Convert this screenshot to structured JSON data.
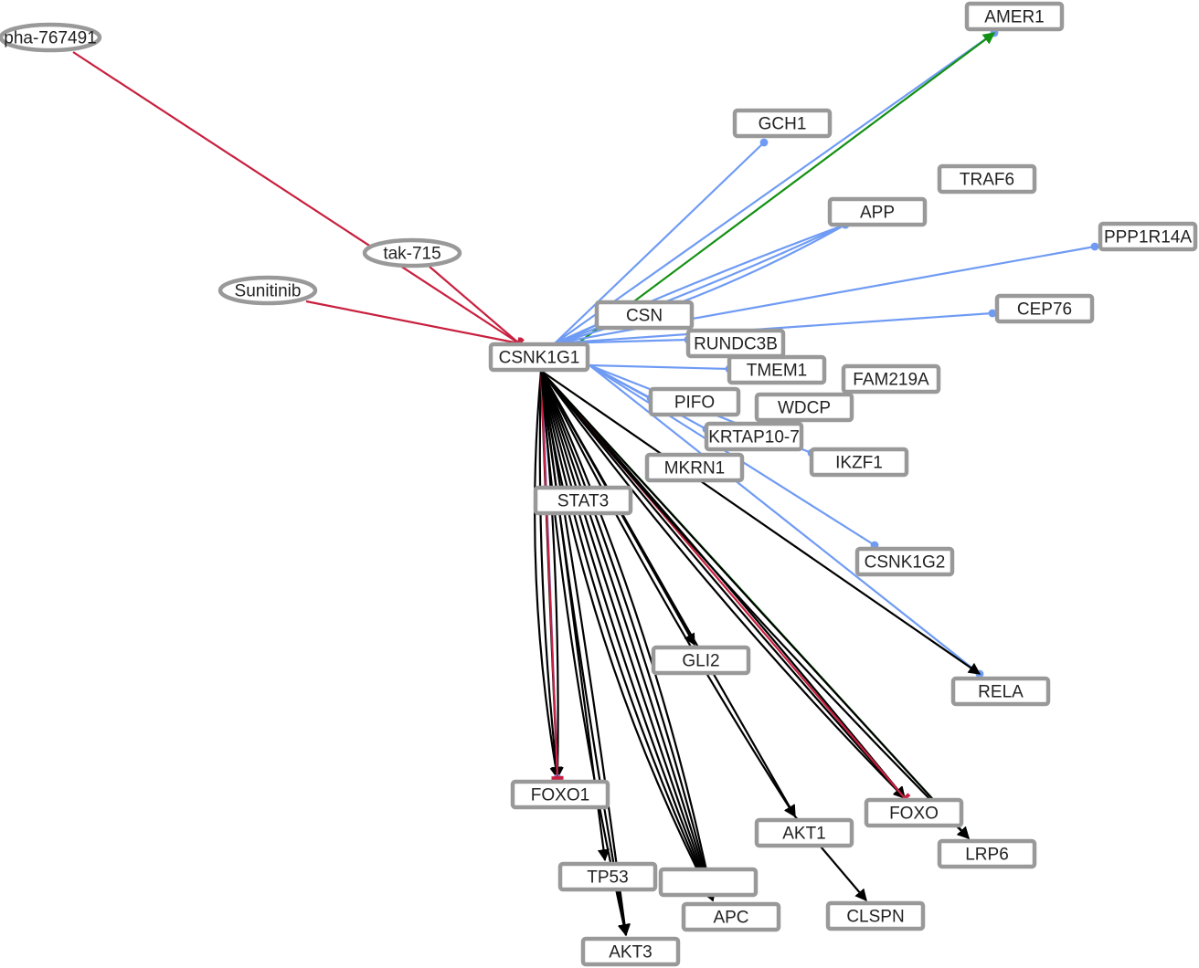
{
  "colors": {
    "activation": "#000000",
    "binding": "#6f9bf4",
    "inhibition": "#c8203f",
    "green": "#129012",
    "node_border": "#999999"
  },
  "nodes": [
    {
      "id": "pha",
      "label": "pha-767491",
      "shape": "ellipse"
    },
    {
      "id": "tak",
      "label": "tak-715",
      "shape": "ellipse"
    },
    {
      "id": "suni",
      "label": "Sunitinib",
      "shape": "ellipse"
    },
    {
      "id": "amer1",
      "label": "AMER1",
      "shape": "rect"
    },
    {
      "id": "gch1",
      "label": "GCH1",
      "shape": "rect"
    },
    {
      "id": "app",
      "label": "APP",
      "shape": "rect"
    },
    {
      "id": "traf6",
      "label": "TRAF6",
      "shape": "rect"
    },
    {
      "id": "ppp1r14a",
      "label": "PPP1R14A",
      "shape": "rect"
    },
    {
      "id": "cep76",
      "label": "CEP76",
      "shape": "rect"
    },
    {
      "id": "csn",
      "label": "CSN",
      "shape": "rect"
    },
    {
      "id": "rundc3b",
      "label": "RUNDC3B",
      "shape": "rect"
    },
    {
      "id": "tmem",
      "label": "TMEM1",
      "shape": "rect"
    },
    {
      "id": "fam219a",
      "label": "FAM219A",
      "shape": "rect"
    },
    {
      "id": "pifo",
      "label": "PIFO",
      "shape": "rect"
    },
    {
      "id": "wdcp",
      "label": "WDCP",
      "shape": "rect"
    },
    {
      "id": "krtap",
      "label": "KRTAP10-7",
      "shape": "rect"
    },
    {
      "id": "mkrn1",
      "label": "MKRN1",
      "shape": "rect"
    },
    {
      "id": "ikzf1",
      "label": "IKZF1",
      "shape": "rect"
    },
    {
      "id": "stat3",
      "label": "STAT3",
      "shape": "rect"
    },
    {
      "id": "csnk1g2",
      "label": "CSNK1G2",
      "shape": "rect"
    },
    {
      "id": "gli2",
      "label": "GLI2",
      "shape": "rect"
    },
    {
      "id": "rela",
      "label": "RELA",
      "shape": "rect"
    },
    {
      "id": "foxo1",
      "label": "FOXO1",
      "shape": "rect"
    },
    {
      "id": "tp53",
      "label": "TP53",
      "shape": "rect"
    },
    {
      "id": "apc2",
      "label": "",
      "shape": "rect"
    },
    {
      "id": "apc",
      "label": "APC",
      "shape": "rect"
    },
    {
      "id": "akt3",
      "label": "AKT3",
      "shape": "rect"
    },
    {
      "id": "clspn",
      "label": "CLSPN",
      "shape": "rect"
    },
    {
      "id": "akt1",
      "label": "AKT1",
      "shape": "rect"
    },
    {
      "id": "lrp6",
      "label": "LRP6",
      "shape": "rect"
    },
    {
      "id": "foxo",
      "label": "FOXO",
      "shape": "rect"
    },
    {
      "id": "csnk1g1",
      "label": "CSNK1G1",
      "shape": "rect"
    }
  ],
  "edges": [
    {
      "s": "pha",
      "t": "csnk1g1",
      "type": "inhibition",
      "n": 1
    },
    {
      "s": "tak",
      "t": "csnk1g1",
      "type": "inhibition",
      "n": 1
    },
    {
      "s": "suni",
      "t": "csnk1g1",
      "type": "inhibition",
      "n": 1
    },
    {
      "s": "csnk1g1",
      "t": "amer1",
      "type": "binding",
      "n": 1
    },
    {
      "s": "csnk1g1",
      "t": "amer1",
      "type": "green",
      "n": 1
    },
    {
      "s": "csnk1g1",
      "t": "gch1",
      "type": "binding",
      "n": 1
    },
    {
      "s": "csnk1g1",
      "t": "app",
      "type": "binding",
      "n": 3
    },
    {
      "s": "csnk1g1",
      "t": "ppp1r14a",
      "type": "binding",
      "n": 1
    },
    {
      "s": "csnk1g1",
      "t": "cep76",
      "type": "binding",
      "n": 1
    },
    {
      "s": "csnk1g1",
      "t": "csn",
      "type": "binding",
      "n": 1
    },
    {
      "s": "csnk1g1",
      "t": "rundc3b",
      "type": "binding",
      "n": 1
    },
    {
      "s": "csnk1g1",
      "t": "tmem",
      "type": "binding",
      "n": 1
    },
    {
      "s": "csnk1g1",
      "t": "pifo",
      "type": "binding",
      "n": 1
    },
    {
      "s": "csnk1g1",
      "t": "krtap",
      "type": "binding",
      "n": 1
    },
    {
      "s": "csnk1g1",
      "t": "ikzf1",
      "type": "binding",
      "n": 1
    },
    {
      "s": "csnk1g1",
      "t": "csnk1g2",
      "type": "binding",
      "n": 1
    },
    {
      "s": "csnk1g1",
      "t": "rela",
      "type": "binding",
      "n": 1
    },
    {
      "s": "csnk1g1",
      "t": "rela",
      "type": "activation",
      "n": 1
    },
    {
      "s": "csnk1g1",
      "t": "foxo1",
      "type": "activation",
      "n": 4
    },
    {
      "s": "csnk1g1",
      "t": "foxo1",
      "type": "binding",
      "n": 1
    },
    {
      "s": "csnk1g1",
      "t": "foxo1",
      "type": "inhibition",
      "n": 1
    },
    {
      "s": "csnk1g1",
      "t": "tp53",
      "type": "activation",
      "n": 1
    },
    {
      "s": "csnk1g1",
      "t": "akt3",
      "type": "activation",
      "n": 3
    },
    {
      "s": "csnk1g1",
      "t": "apc",
      "type": "activation",
      "n": 7
    },
    {
      "s": "csnk1g1",
      "t": "gli2",
      "type": "activation",
      "n": 1
    },
    {
      "s": "csnk1g1",
      "t": "akt1",
      "type": "activation",
      "n": 2
    },
    {
      "s": "akt1",
      "t": "clspn",
      "type": "activation",
      "n": 1
    },
    {
      "s": "csnk1g1",
      "t": "foxo",
      "type": "activation",
      "n": 3
    },
    {
      "s": "csnk1g1",
      "t": "foxo",
      "type": "inhibition",
      "n": 1
    },
    {
      "s": "csnk1g1",
      "t": "lrp6",
      "type": "green",
      "n": 1
    },
    {
      "s": "csnk1g1",
      "t": "lrp6",
      "type": "activation",
      "n": 2
    }
  ]
}
